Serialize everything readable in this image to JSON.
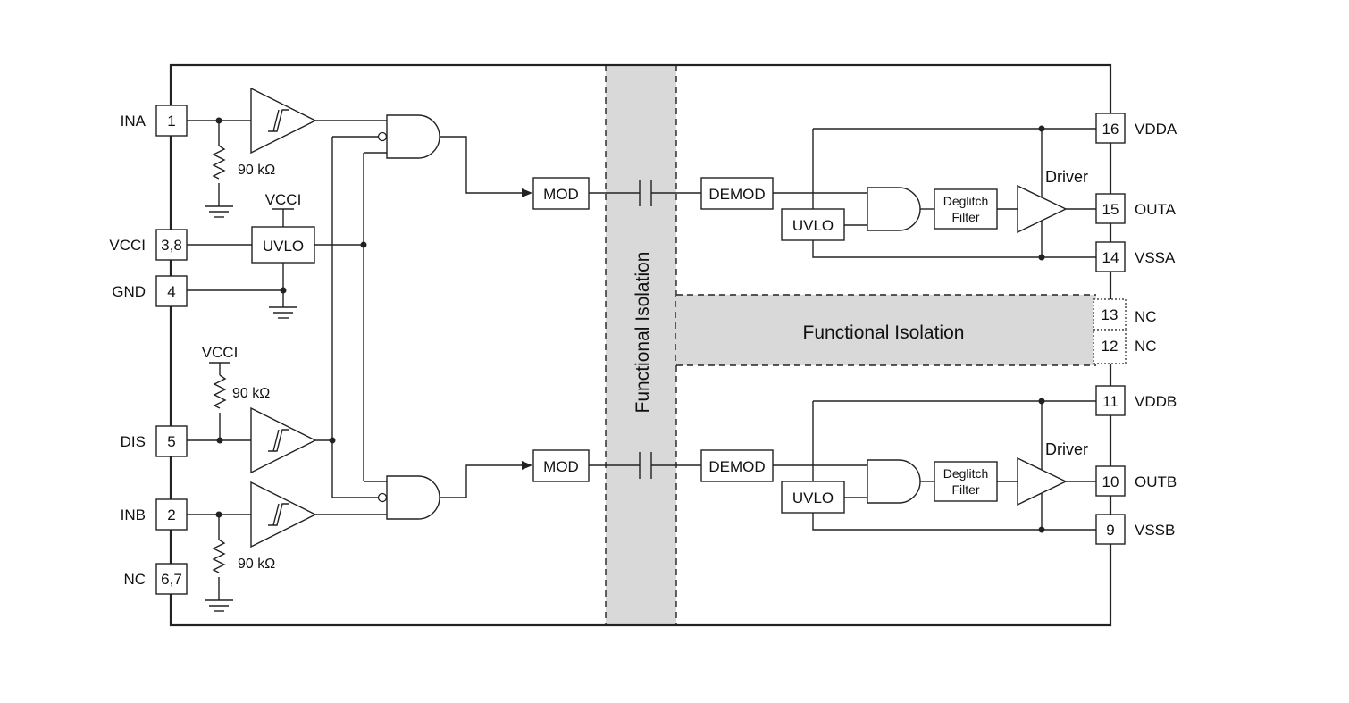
{
  "colors": {
    "line": "#222222",
    "isolation_fill": "#d9d9d9",
    "background": "#ffffff"
  },
  "pins_left": {
    "ina": {
      "num": "1",
      "name": "INA"
    },
    "vcci": {
      "num": "3,8",
      "name": "VCCI"
    },
    "gnd": {
      "num": "4",
      "name": "GND"
    },
    "dis": {
      "num": "5",
      "name": "DIS"
    },
    "inb": {
      "num": "2",
      "name": "INB"
    },
    "nc": {
      "num": "6,7",
      "name": "NC"
    }
  },
  "pins_right": {
    "vdda": {
      "num": "16",
      "name": "VDDA"
    },
    "outa": {
      "num": "15",
      "name": "OUTA"
    },
    "vssa": {
      "num": "14",
      "name": "VSSA"
    },
    "nc13": {
      "num": "13",
      "name": "NC"
    },
    "nc12": {
      "num": "12",
      "name": "NC"
    },
    "vddb": {
      "num": "11",
      "name": "VDDB"
    },
    "outb": {
      "num": "10",
      "name": "OUTB"
    },
    "vssb": {
      "num": "9",
      "name": "VSSB"
    }
  },
  "labels": {
    "resistor": "90 kΩ",
    "vcci_supply": "VCCI",
    "uvlo": "UVLO",
    "mod": "MOD",
    "demod": "DEMOD",
    "deglitch_line1": "Deglitch",
    "deglitch_line2": "Filter",
    "driver": "Driver",
    "isolation_vertical": "Functional Isolation",
    "isolation_horizontal": "Functional Isolation"
  }
}
